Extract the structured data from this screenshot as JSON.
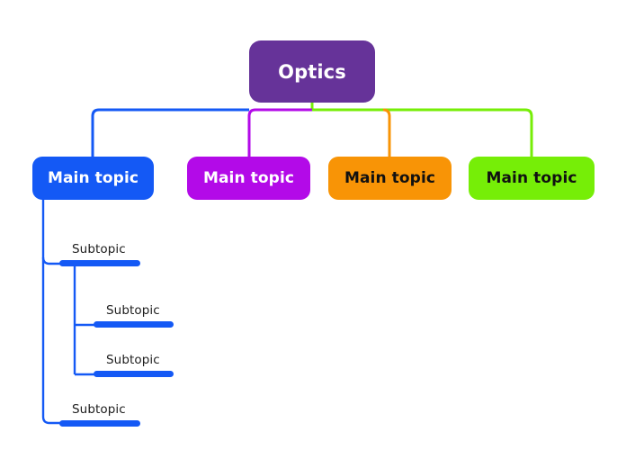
{
  "diagram": {
    "type": "mind-map",
    "background": "#ffffff",
    "root": {
      "label": "Optics",
      "fill": "#663399",
      "text_color": "#ffffff"
    },
    "main_topics": [
      {
        "label": "Main topic",
        "fill": "#1459f5",
        "text_color": "#ffffff",
        "line_color": "#1459f5"
      },
      {
        "label": "Main topic",
        "fill": "#b30ae8",
        "text_color": "#ffffff",
        "line_color": "#b30ae8"
      },
      {
        "label": "Main topic",
        "fill": "#f89406",
        "text_color": "#111111",
        "line_color": "#f89406"
      },
      {
        "label": "Main topic",
        "fill": "#76ee07",
        "text_color": "#111111",
        "line_color": "#76ee07"
      }
    ],
    "subtopics": [
      {
        "label": "Subtopic",
        "level": 1,
        "bar_color": "#1459f5",
        "text_color": "#1d1d1d"
      },
      {
        "label": "Subtopic",
        "level": 2,
        "bar_color": "#1459f5",
        "text_color": "#1d1d1d"
      },
      {
        "label": "Subtopic",
        "level": 2,
        "bar_color": "#1459f5",
        "text_color": "#1d1d1d"
      },
      {
        "label": "Subtopic",
        "level": 1,
        "bar_color": "#1459f5",
        "text_color": "#1d1d1d"
      }
    ]
  }
}
